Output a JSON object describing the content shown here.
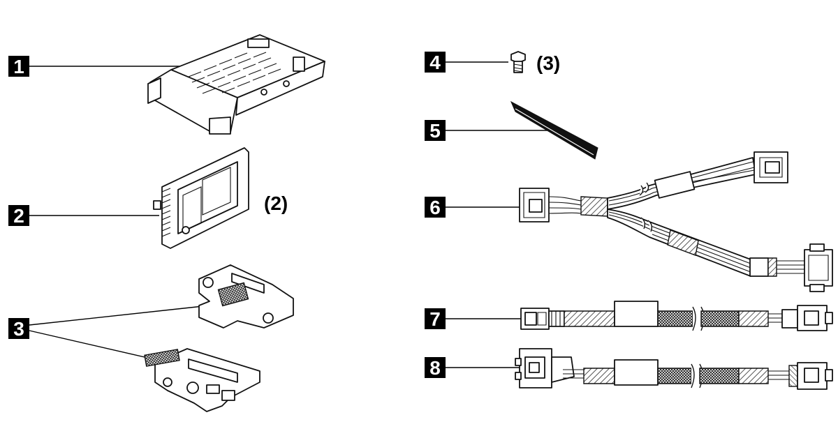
{
  "figure": {
    "background": "#ffffff",
    "badge_color": "#000000",
    "badge_text_color": "#ffffff"
  },
  "callouts": [
    {
      "id": "1",
      "label": "1",
      "part": "drive-cage"
    },
    {
      "id": "2",
      "label": "2",
      "part": "drive-filler"
    },
    {
      "id": "3",
      "label": "3",
      "part": "interposer-boards"
    },
    {
      "id": "4",
      "label": "4",
      "part": "screw"
    },
    {
      "id": "5",
      "label": "5",
      "part": "strip"
    },
    {
      "id": "6",
      "label": "6",
      "part": "y-power-cable"
    },
    {
      "id": "7",
      "label": "7",
      "part": "signal-cable"
    },
    {
      "id": "8",
      "label": "8",
      "part": "signal-cable-with-bracket"
    }
  ],
  "quantities": {
    "screw": "(3)",
    "filler": "(2)"
  }
}
